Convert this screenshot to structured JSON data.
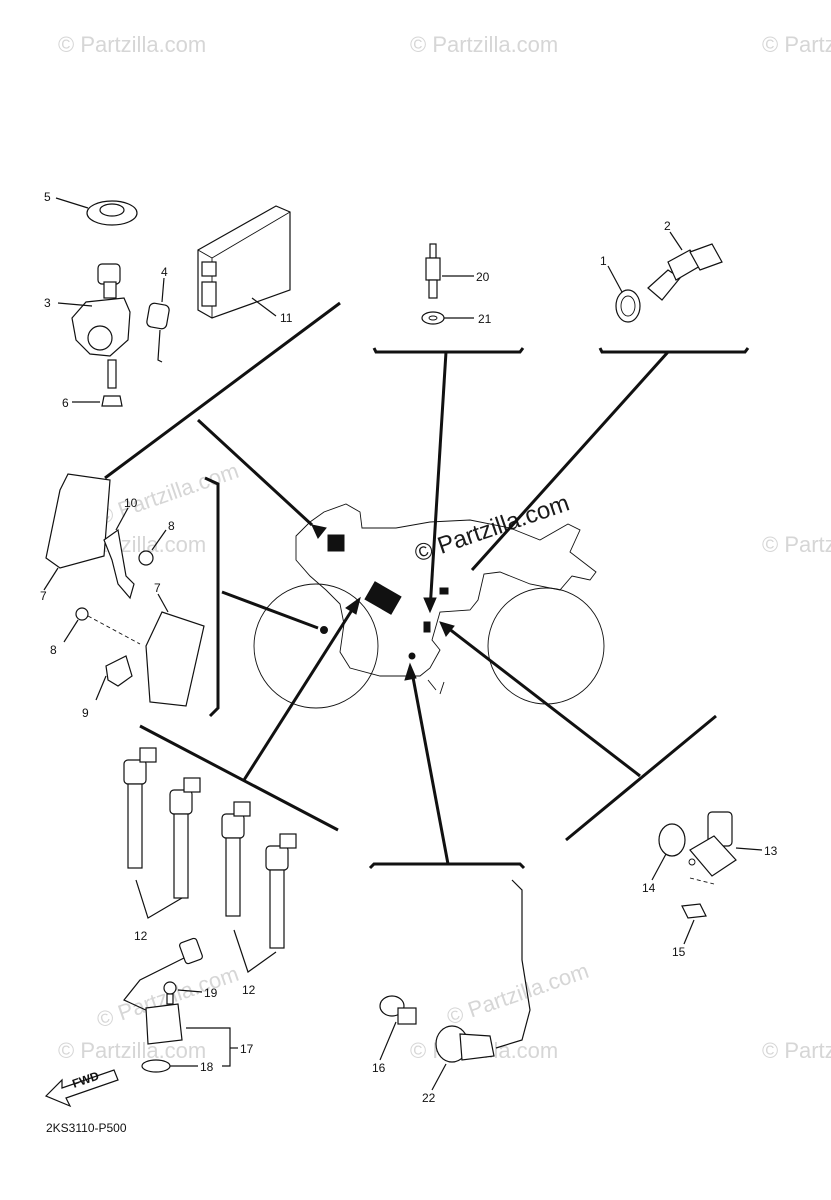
{
  "watermarks": {
    "small": "© Partzilla.com",
    "center": "© Partzilla.com"
  },
  "diagram_code": "2KS3110-P500",
  "fwd_label": "FWD",
  "callouts": {
    "c1": "1",
    "c2": "2",
    "c3": "3",
    "c4": "4",
    "c5": "5",
    "c6": "6",
    "c7a": "7",
    "c7b": "7",
    "c8a": "8",
    "c8b": "8",
    "c9": "9",
    "c10": "10",
    "c11": "11",
    "c12a": "12",
    "c12b": "12",
    "c13": "13",
    "c14": "14",
    "c15": "15",
    "c17": "17",
    "c18": "18",
    "c19": "19",
    "c20": "20",
    "c21": "21",
    "c22": "22",
    "c16": "16"
  },
  "icons": {
    "key": "key-icon",
    "switch": "main-switch-icon",
    "ecu": "ecu-box-icon",
    "sensor": "sensor-icon",
    "coil": "ignition-coil-icon",
    "plug": "spark-plug-icon",
    "bike": "motorcycle-silhouette-icon",
    "arrow": "fwd-arrow-icon"
  }
}
